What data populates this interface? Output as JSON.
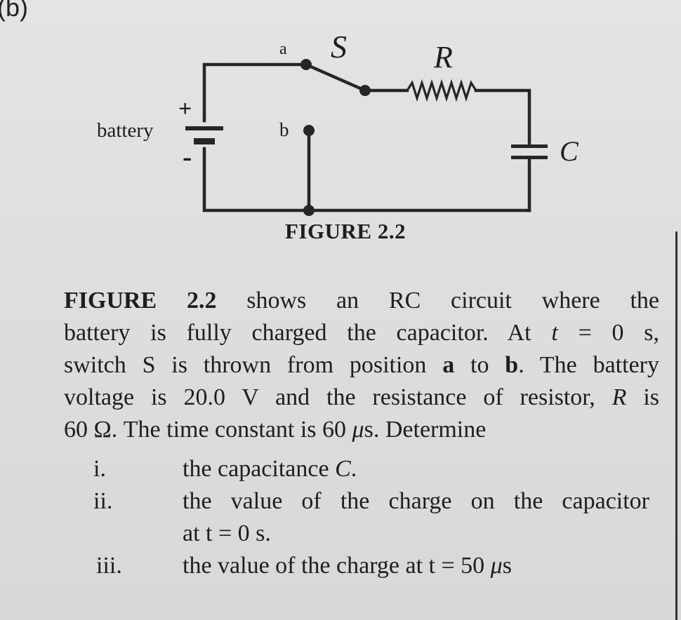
{
  "part_label": "(b)",
  "circuit": {
    "label_a": "a",
    "label_b": "b",
    "label_switch": "S",
    "label_resistor": "R",
    "label_capacitor": "C",
    "label_battery": "battery",
    "label_plus": "+",
    "label_minus": "-"
  },
  "figure_caption": "FIGURE 2.2",
  "question": {
    "line1_lead": "FIGURE 2.2",
    "line1_rest": "shows an RC circuit where the",
    "line2_a": "battery is fully charged the capacitor. At",
    "line2_t": "t",
    "line2_b": "= 0 s,",
    "line3_a": "switch S is thrown from position",
    "line3_pos_a": "a",
    "line3_to": "to",
    "line3_pos_b": "b",
    "line3_b": ". The battery",
    "line4_a": "voltage is 20.0 V and the resistance of resistor,",
    "line4_r": "R",
    "line4_b": "is",
    "line5_a": "60 Ω. The time constant is 60",
    "line5_mu": "μ",
    "line5_b": "s. Determine"
  },
  "items": [
    {
      "num": "i.",
      "text_a": "the capacitance",
      "text_c": "C",
      "text_b": "."
    },
    {
      "num": "ii.",
      "text_line1": "the value of the charge on the capacitor",
      "text_line2": "at t = 0 s."
    },
    {
      "num": "iii.",
      "text_a": "the value of the charge at t = 50",
      "text_mu": "μ",
      "text_b": "s"
    }
  ]
}
